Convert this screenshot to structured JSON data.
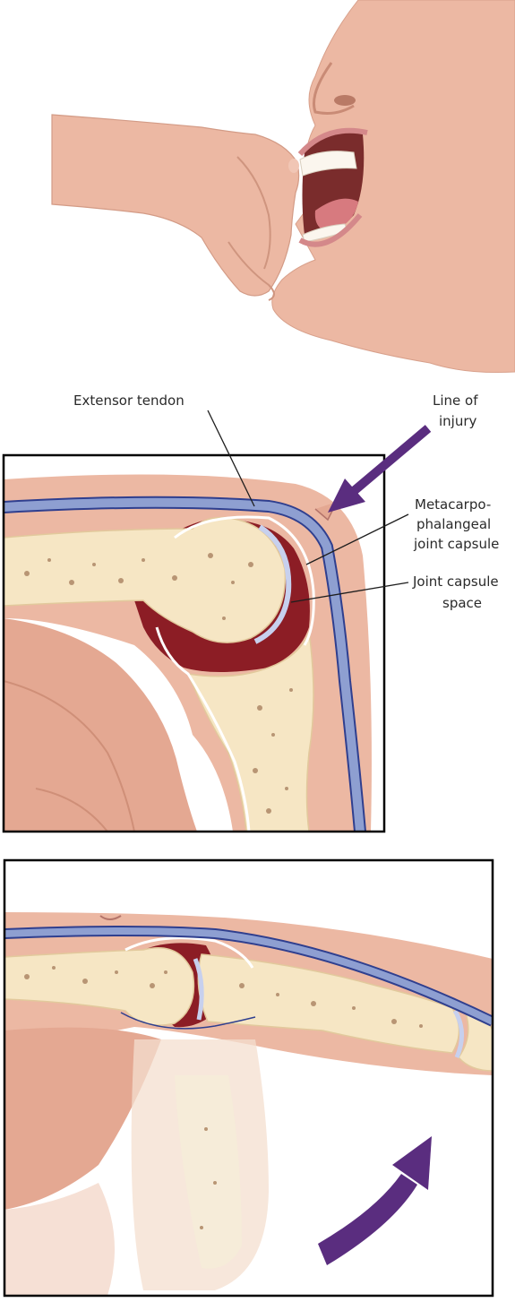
{
  "labels": {
    "extensor_tendon": "Extensor tendon",
    "line_of_injury_1": "Line of",
    "line_of_injury_2": "injury",
    "capsule_1": "Metacarpo-",
    "capsule_2": "phalangeal",
    "capsule_3": "joint capsule",
    "space_1": "Joint capsule",
    "space_2": "space"
  },
  "colors": {
    "skin": "#ecb8a3",
    "skin_shadow": "#d89c86",
    "bone": "#f6e6c4",
    "bone_edge": "#e2c99c",
    "tendon": "#8e9fd1",
    "tendon_edge": "#2f3f8f",
    "capsule_space": "#8c1d25",
    "cartilage": "#c7d0ee",
    "arrow": "#5a2d7f",
    "frame": "#000000"
  }
}
